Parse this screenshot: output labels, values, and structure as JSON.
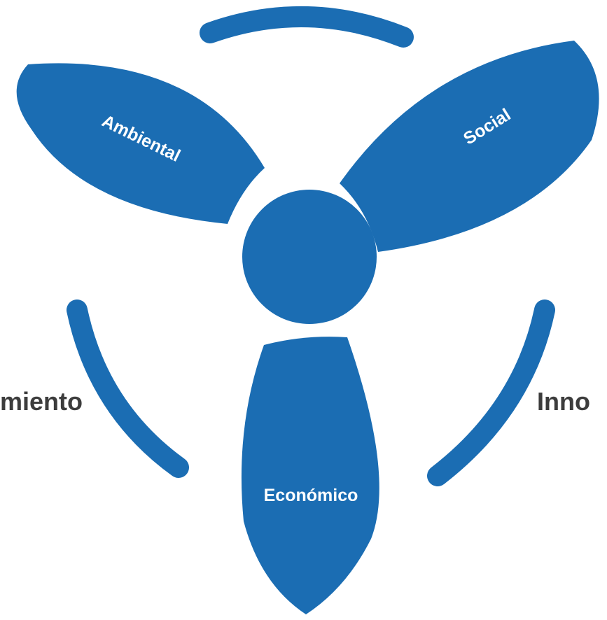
{
  "colors": {
    "brand_blue": "#1B6DB3",
    "label_dark": "#3c3c3c",
    "label_light": "#ffffff"
  },
  "blades": {
    "ambiental": "Ambiental",
    "social": "Social",
    "economico": "Económico"
  },
  "side_labels": {
    "left": "miento",
    "right": "Inno"
  }
}
